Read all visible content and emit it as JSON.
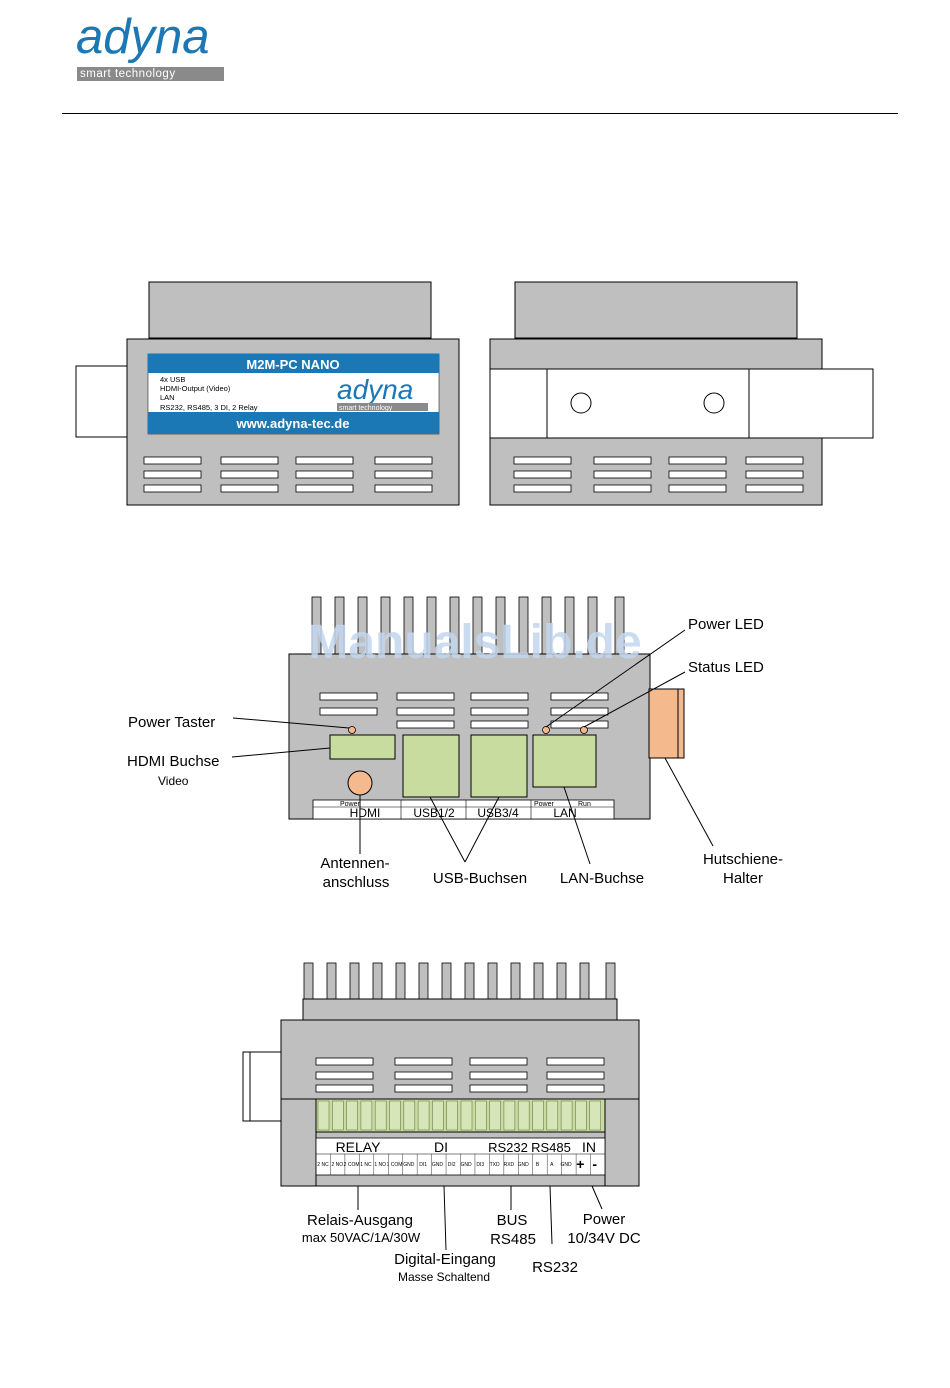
{
  "logo": {
    "word": "adyna",
    "tagline": "smart technology"
  },
  "front_label": {
    "title": "M2M-PC NANO",
    "lines": [
      "4x USB",
      "HDMI-Output (Video)",
      "LAN",
      "RS232, RS485, 3 DI, 2 Relay"
    ],
    "brand": "adyna",
    "brand_tagline": "smart technology",
    "url": "www.adyna-tec.de"
  },
  "watermark": "ManualsLib.de",
  "top_view": {
    "port_labels": [
      "HDMI",
      "USB1/2",
      "USB3/4",
      "LAN"
    ],
    "small_labels": [
      "Power",
      "Power",
      "Run"
    ],
    "callouts": {
      "power_led": "Power LED",
      "status_led": "Status LED",
      "power_taster": "Power Taster",
      "hdmi_buchse": "HDMI Buchse",
      "hdmi_sub": "Video",
      "antenna_1": "Antennen-",
      "antenna_2": "anschluss",
      "usb": "USB-Buchsen",
      "lan": "LAN-Buchse",
      "rail_1": "Hutschiene-",
      "rail_2": "Halter"
    }
  },
  "bottom_view": {
    "group_labels": [
      "RELAY",
      "DI",
      "RS232",
      "RS485",
      "IN"
    ],
    "pin_labels": [
      "2 NC",
      "2 NO",
      "2 COM",
      "1 NC",
      "1 NO",
      "1 COM",
      "GND",
      "DI1",
      "GND",
      "DI2",
      "GND",
      "DI3",
      "TXD",
      "RXD",
      "GND",
      "B",
      "A",
      "GND",
      "+",
      "-"
    ],
    "callouts": {
      "relay_1": "Relais-Ausgang",
      "relay_2": "max 50VAC/1A/30W",
      "di_1": "Digital-Eingang",
      "di_2": "Masse Schaltend",
      "bus_1": "BUS",
      "bus_2": "RS485",
      "rs232": "RS232",
      "power_1": "Power",
      "power_2": "10/34V DC"
    }
  }
}
